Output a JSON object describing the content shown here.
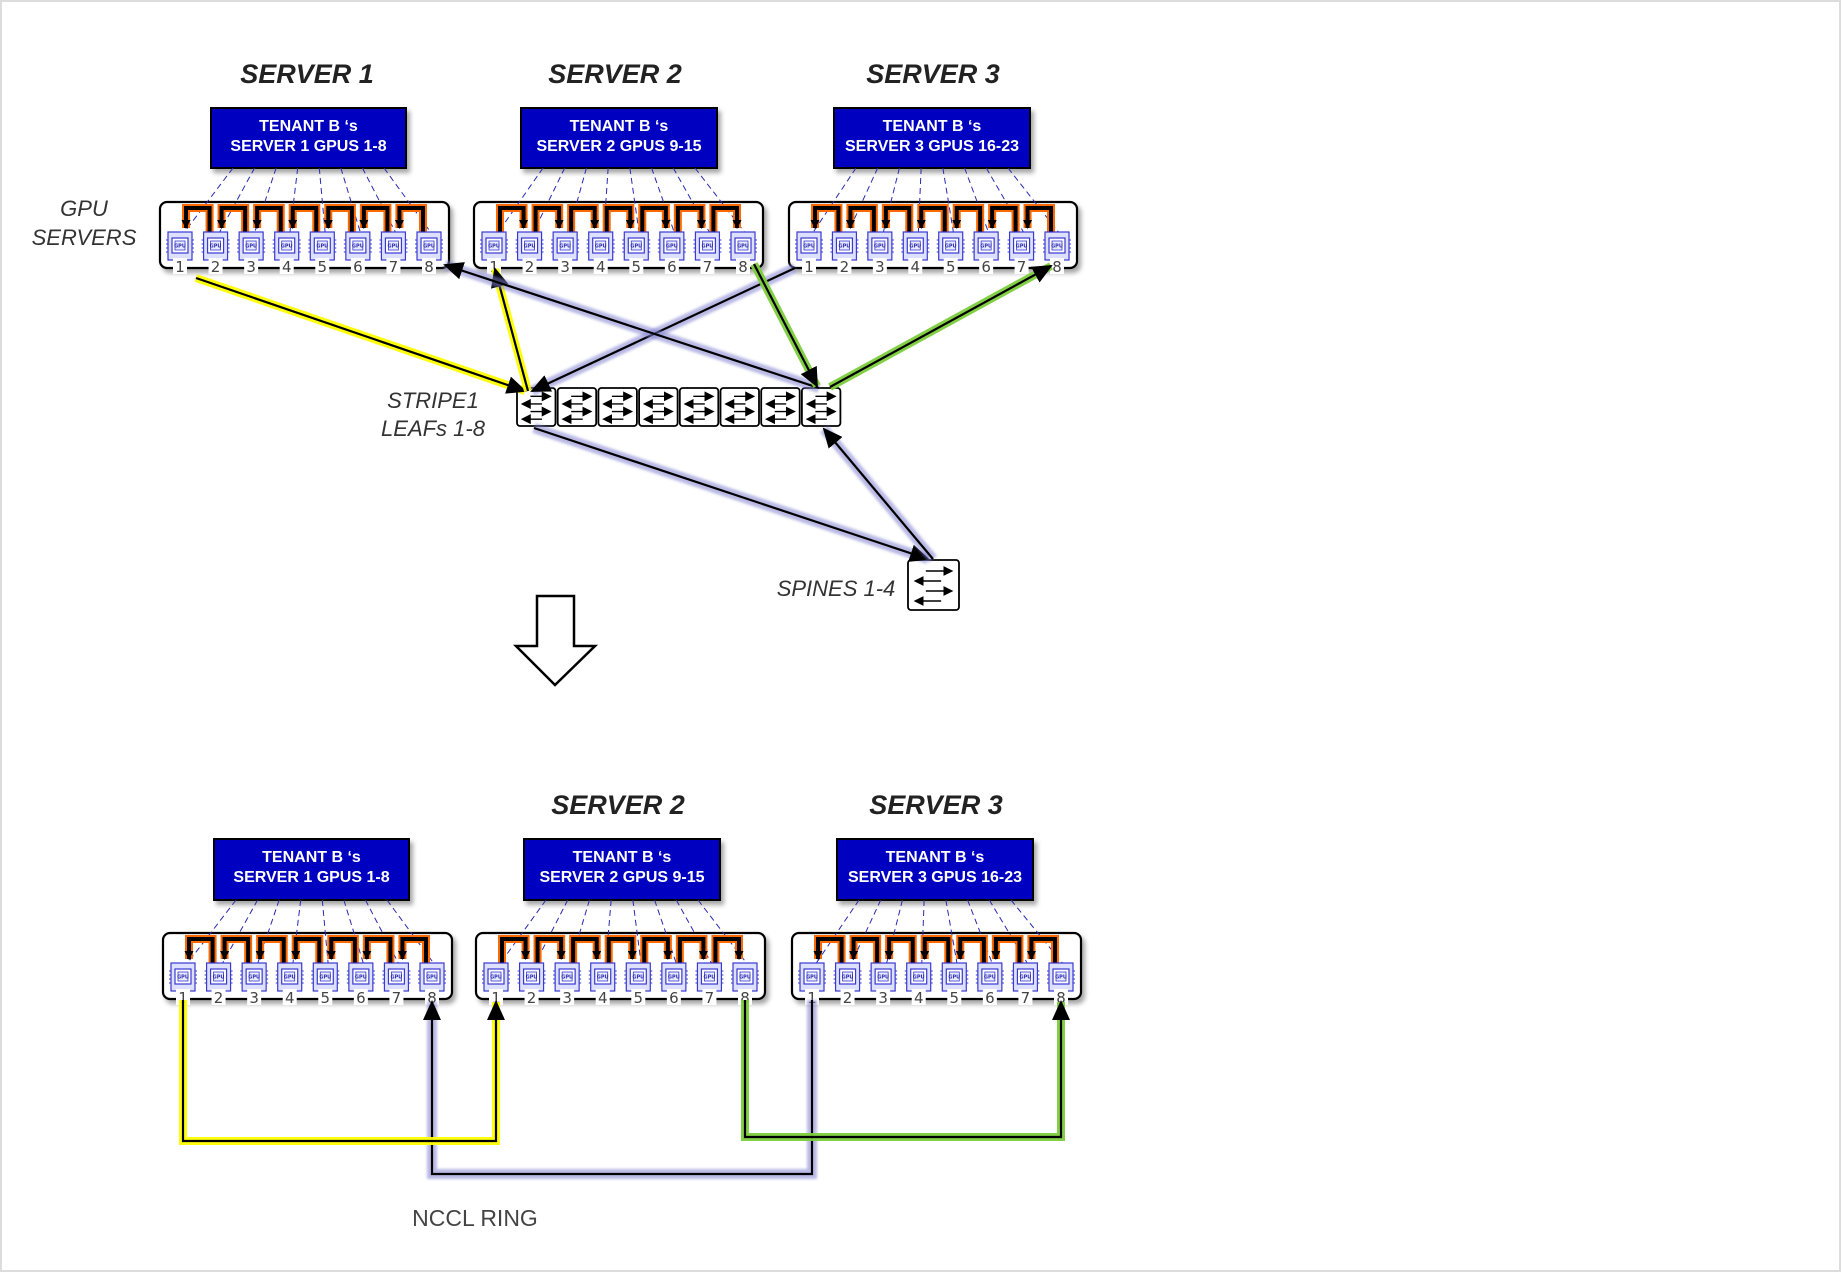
{
  "diagram": {
    "top_section": {
      "servers": [
        {
          "title": "SERVER 1",
          "tenant_line1": "TENANT B ‘s",
          "tenant_line2": "SERVER 1  GPUS 1-8",
          "ring_direction": "right-to-left"
        },
        {
          "title": "SERVER 2",
          "tenant_line1": "TENANT B ‘s",
          "tenant_line2": "SERVER 2 GPUS 9-15",
          "ring_direction": "left-to-right"
        },
        {
          "title": "SERVER 3",
          "tenant_line1": "TENANT B ‘s",
          "tenant_line2": "SERVER 3 GPUS 16-23",
          "ring_direction": "right-to-left"
        }
      ],
      "gpu_servers_label_line1": "GPU",
      "gpu_servers_label_line2": "SERVERS",
      "leaf_label_line1": "STRIPE1",
      "leaf_label_line2": "LEAFs 1-8",
      "leaf_count": 8,
      "spine_label": "SPINES 1-4",
      "links": [
        {
          "color": "yellow",
          "from": "Server 1 GPU 1",
          "to": "Leaf 1"
        },
        {
          "color": "yellow",
          "from": "Leaf 1",
          "to": "Server 2 GPU 1"
        },
        {
          "color": "blue",
          "from": "Server 3 GPU 1",
          "to": "Leaf 1"
        },
        {
          "color": "blue",
          "from": "Leaf 1",
          "to": "Spines"
        },
        {
          "color": "blue",
          "from": "Spines",
          "to": "Leaf 8"
        },
        {
          "color": "blue",
          "from": "Leaf 8",
          "to": "Server 1 GPU 8"
        },
        {
          "color": "green",
          "from": "Server 2 GPU 8",
          "to": "Leaf 8"
        },
        {
          "color": "green",
          "from": "Leaf 8",
          "to": "Server 3 GPU 8"
        }
      ]
    },
    "bottom_section": {
      "servers": [
        {
          "title": "",
          "tenant_line1": "TENANT B ‘s",
          "tenant_line2": "SERVER 1  GPUS 1-8",
          "ring_direction": "right-to-left"
        },
        {
          "title": "SERVER 2",
          "tenant_line1": "TENANT B ‘s",
          "tenant_line2": "SERVER 2 GPUS 9-15",
          "ring_direction": "left-to-right"
        },
        {
          "title": "SERVER 3",
          "tenant_line1": "TENANT B ‘s",
          "tenant_line2": "SERVER 3 GPUS 16-23",
          "ring_direction": "right-to-left"
        }
      ],
      "links": [
        {
          "color": "yellow",
          "from": "Server 1 GPU 1",
          "to": "Server 2 GPU 1"
        },
        {
          "color": "blue",
          "from": "Server 3 GPU 1",
          "to": "Server 1 GPU 8"
        },
        {
          "color": "green",
          "from": "Server 2 GPU 8",
          "to": "Server 3 GPU 8"
        }
      ],
      "caption": "NCCL RING"
    },
    "gpu_numbers": [
      "1",
      "2",
      "3",
      "4",
      "5",
      "6",
      "7",
      "8"
    ],
    "gpu_chip_label": "GPU",
    "colors": {
      "tenant_box": "#0000c0",
      "ring_arrow_glow": "#ff6a00",
      "yellow_link": "#ffff00",
      "blue_link": "#8080d0",
      "green_link": "#7ccc3c",
      "gpu_outline": "#3a3ad0"
    }
  }
}
